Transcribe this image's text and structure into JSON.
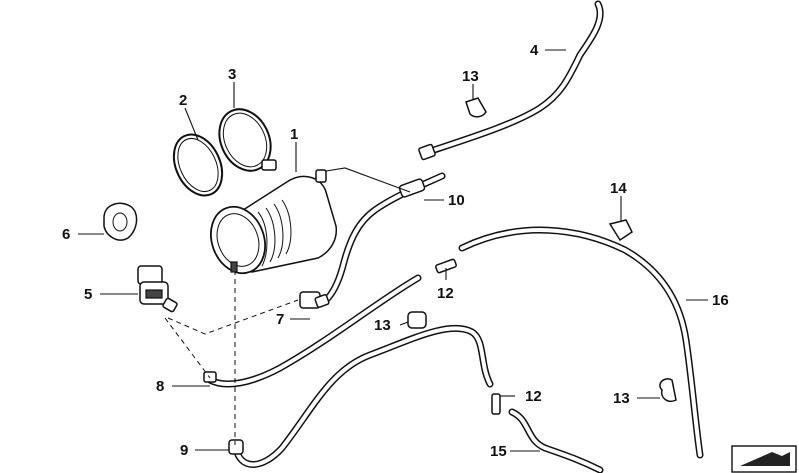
{
  "callouts": [
    {
      "id": "1",
      "text": "1"
    },
    {
      "id": "2",
      "text": "2"
    },
    {
      "id": "3",
      "text": "3"
    },
    {
      "id": "4",
      "text": "4"
    },
    {
      "id": "5",
      "text": "5"
    },
    {
      "id": "6",
      "text": "6"
    },
    {
      "id": "7",
      "text": "7"
    },
    {
      "id": "8",
      "text": "8"
    },
    {
      "id": "9",
      "text": "9"
    },
    {
      "id": "10",
      "text": "10"
    },
    {
      "id": "12a",
      "text": "12"
    },
    {
      "id": "12b",
      "text": "12"
    },
    {
      "id": "13a",
      "text": "13"
    },
    {
      "id": "13b",
      "text": "13"
    },
    {
      "id": "13c",
      "text": "13"
    },
    {
      "id": "14",
      "text": "14"
    },
    {
      "id": "15",
      "text": "15"
    },
    {
      "id": "16",
      "text": "16"
    }
  ],
  "icons": {
    "corner_badge": "arrow-badge-icon"
  },
  "colors": {
    "line": "#111111",
    "background": "#ffffff"
  }
}
